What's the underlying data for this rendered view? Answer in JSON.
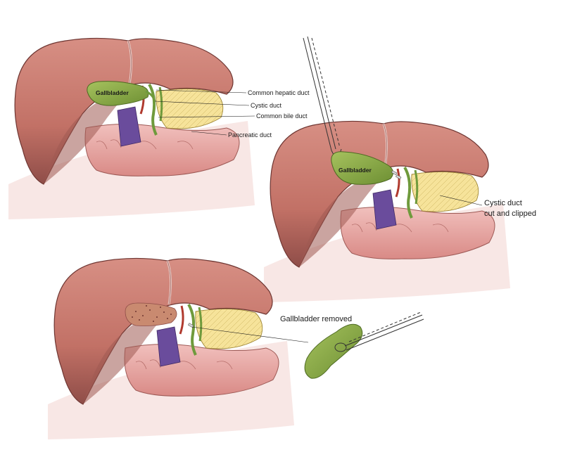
{
  "panels": [
    {
      "organ_label": "Gallbladder",
      "callouts": [
        "Common hepatic duct",
        "Cystic duct",
        "Common bile duct",
        "Pancreatic duct"
      ]
    },
    {
      "organ_label": "Gallbladder",
      "callouts": [
        "Cystic duct",
        "cut and clipped"
      ]
    },
    {
      "organ_label": "",
      "callouts": [
        "Gallbladder removed"
      ]
    }
  ],
  "colors": {
    "liver": "#c97d72",
    "liver_shade": "#9e5a52",
    "liver_dark": "#7a3f3a",
    "gallbladder": "#8fae4a",
    "duct": "#6f9a3c",
    "vein": "#6a4c9c",
    "pancreas": "#f6e39a",
    "intestine": "#e9a9a6",
    "artery": "#b03a2e"
  }
}
